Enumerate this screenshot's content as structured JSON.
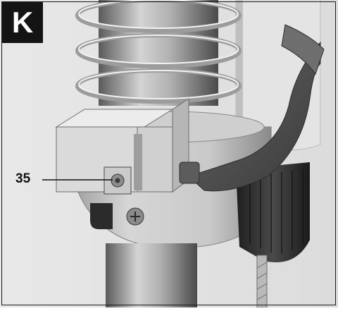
{
  "figure": {
    "label": "K",
    "callouts": [
      {
        "number": "35",
        "target": "screw"
      }
    ]
  }
}
